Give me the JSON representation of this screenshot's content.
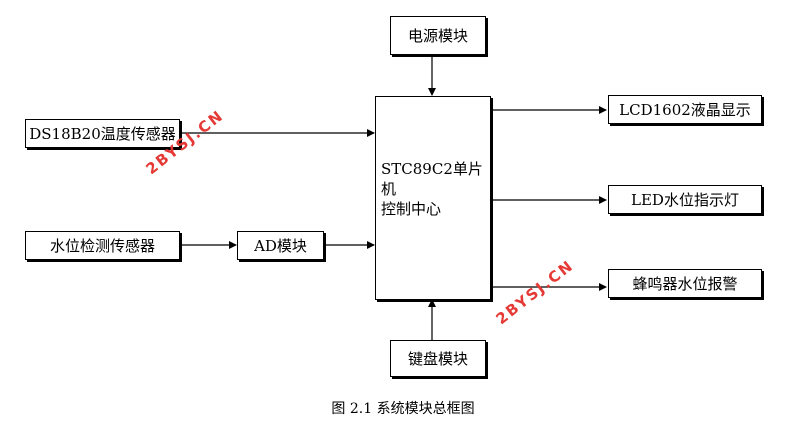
{
  "blocks": {
    "power": "电源模块",
    "temp_sensor": "DS18B20温度传感器",
    "water_sensor": "水位检测传感器",
    "ad": "AD模块",
    "mcu_line1": "STC89C2单片机",
    "mcu_line2": "控制中心",
    "lcd": "LCD1602液晶显示",
    "led": "LED水位指示灯",
    "buzzer": "蜂鸣器水位报警",
    "keyboard": "键盘模块"
  },
  "caption": "图 2.1 系统模块总框图",
  "watermark": "2BYSJ.CN",
  "colors": {
    "line": "#000000",
    "watermark": "#e53935"
  }
}
